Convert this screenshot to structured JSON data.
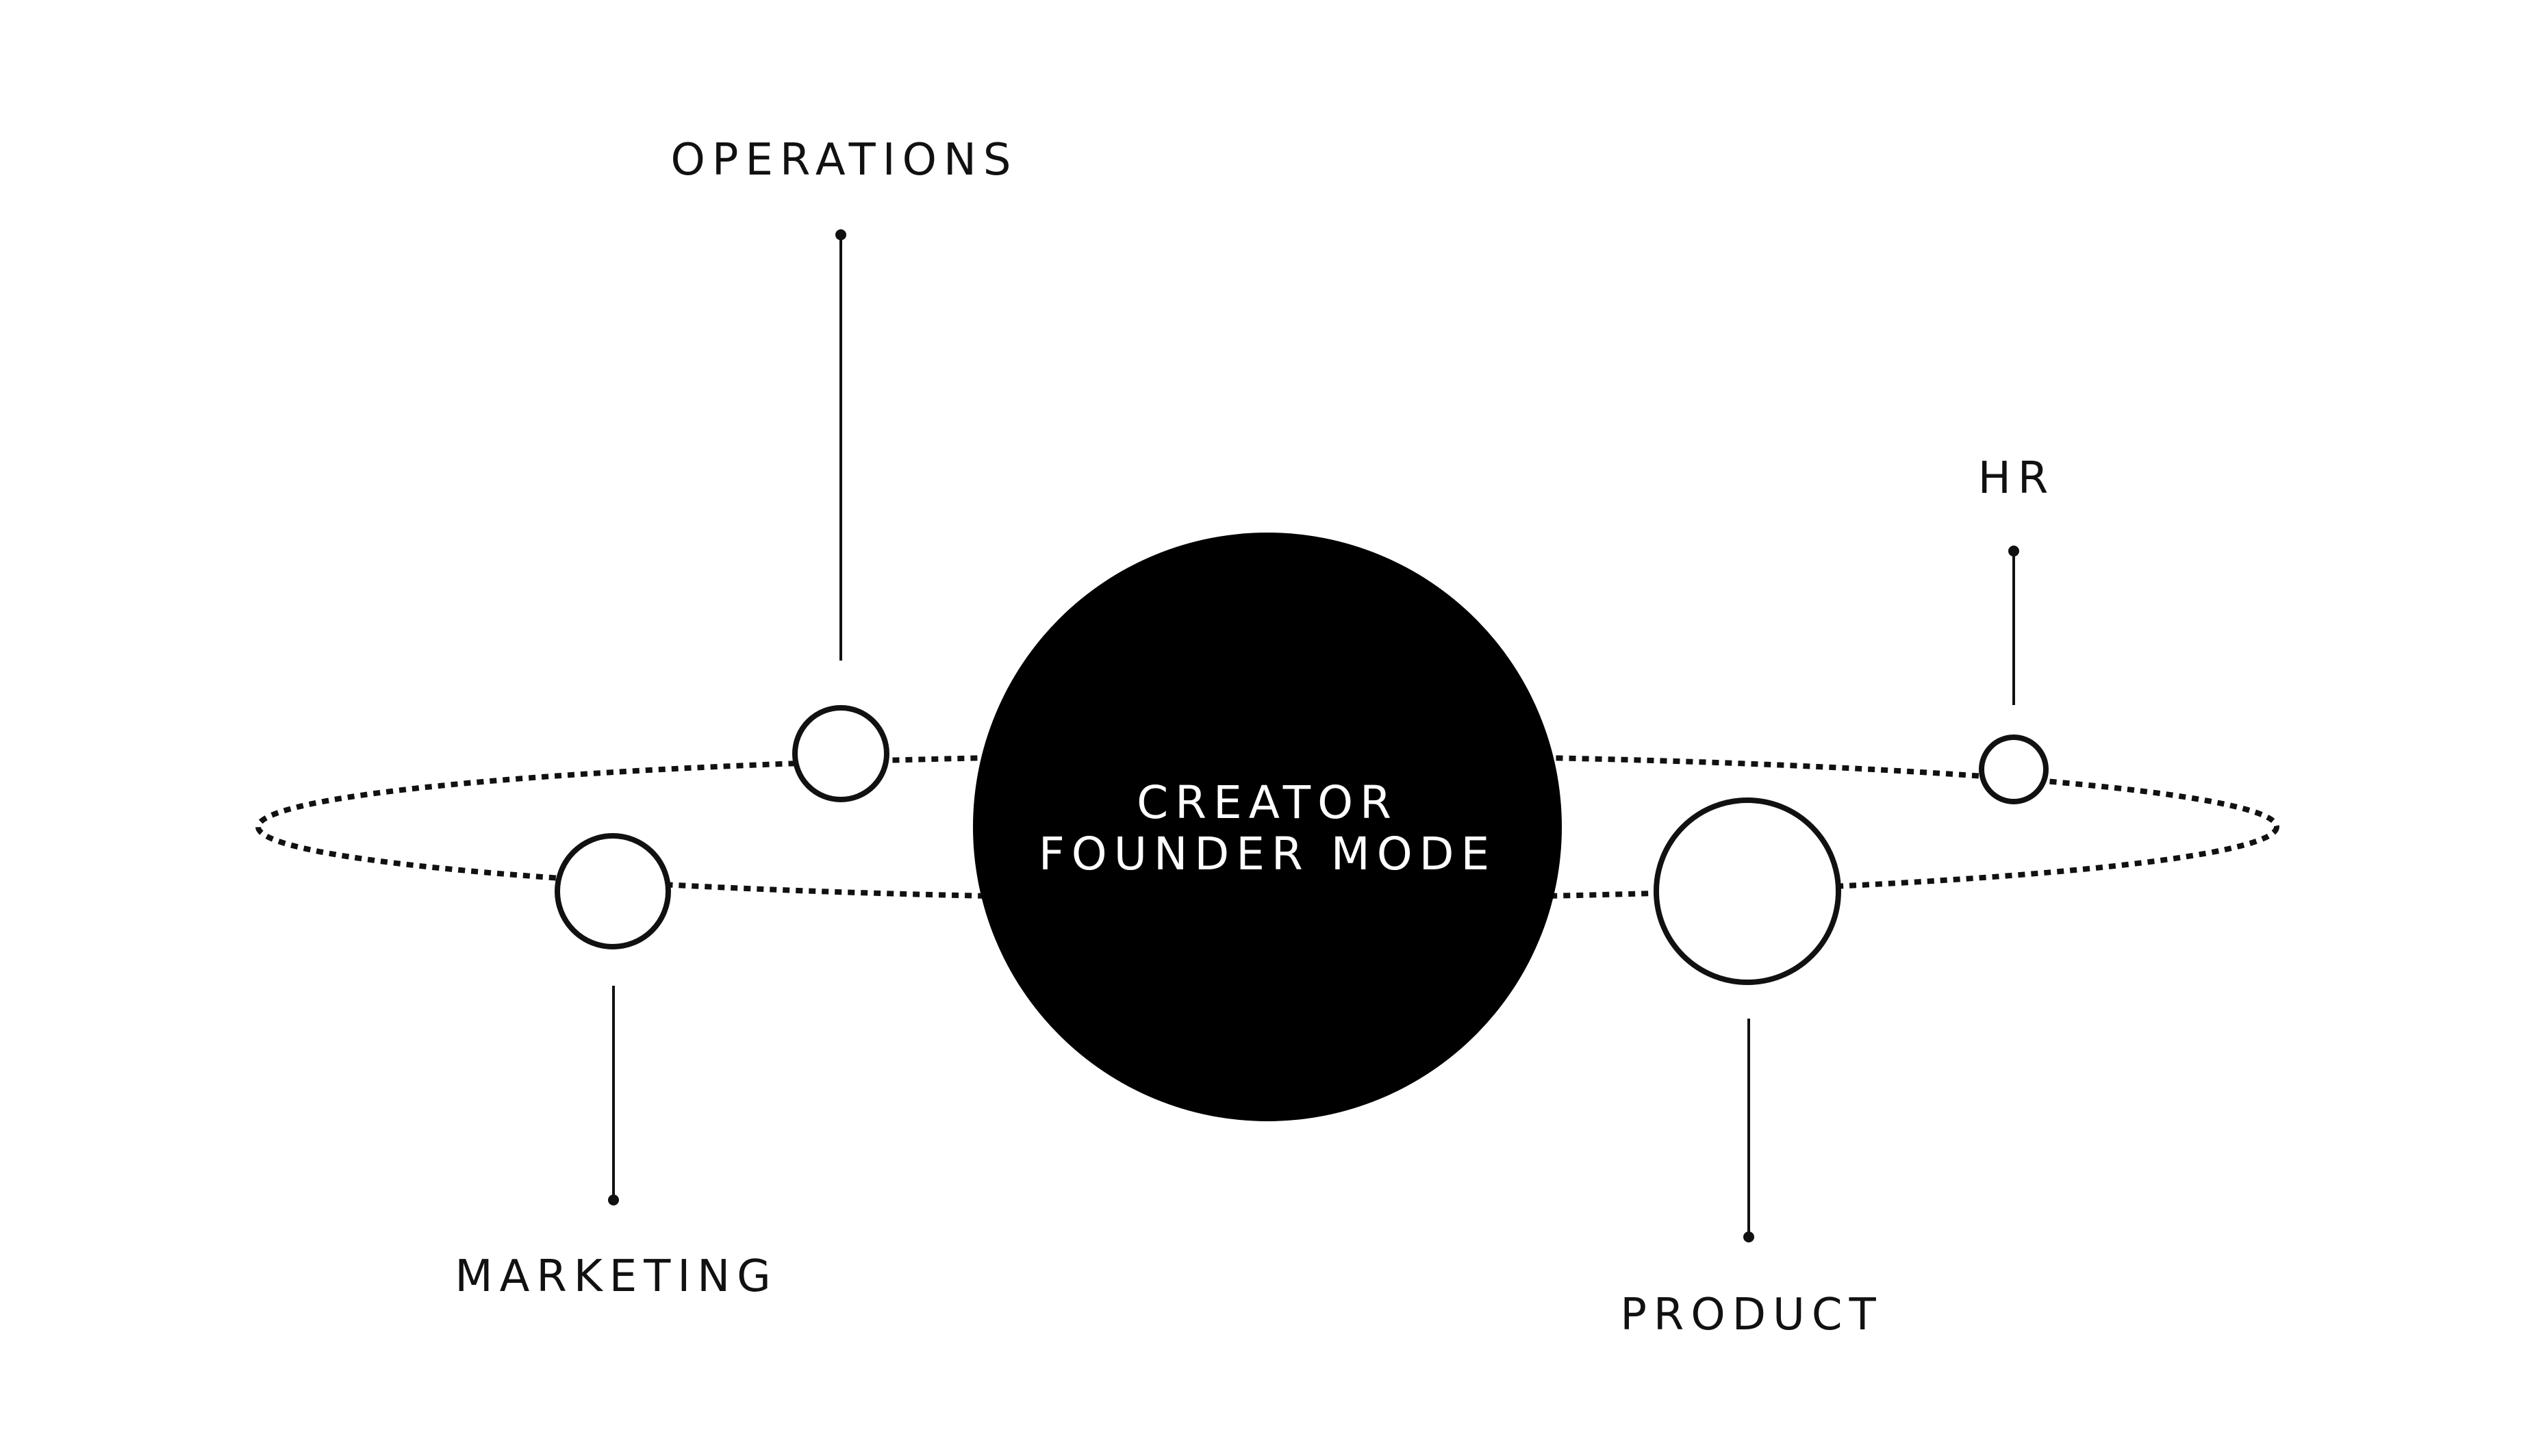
{
  "colors": {
    "background": "#ffffff",
    "ink": "#111111",
    "center_fill": "#000000",
    "center_text": "#ffffff"
  },
  "center": {
    "line1": "CREATOR",
    "line2": "FOUNDER MODE"
  },
  "nodes": {
    "operations": {
      "label": "OPERATIONS"
    },
    "hr": {
      "label": "HR"
    },
    "marketing": {
      "label": "MARKETING"
    },
    "product": {
      "label": "PRODUCT"
    }
  }
}
